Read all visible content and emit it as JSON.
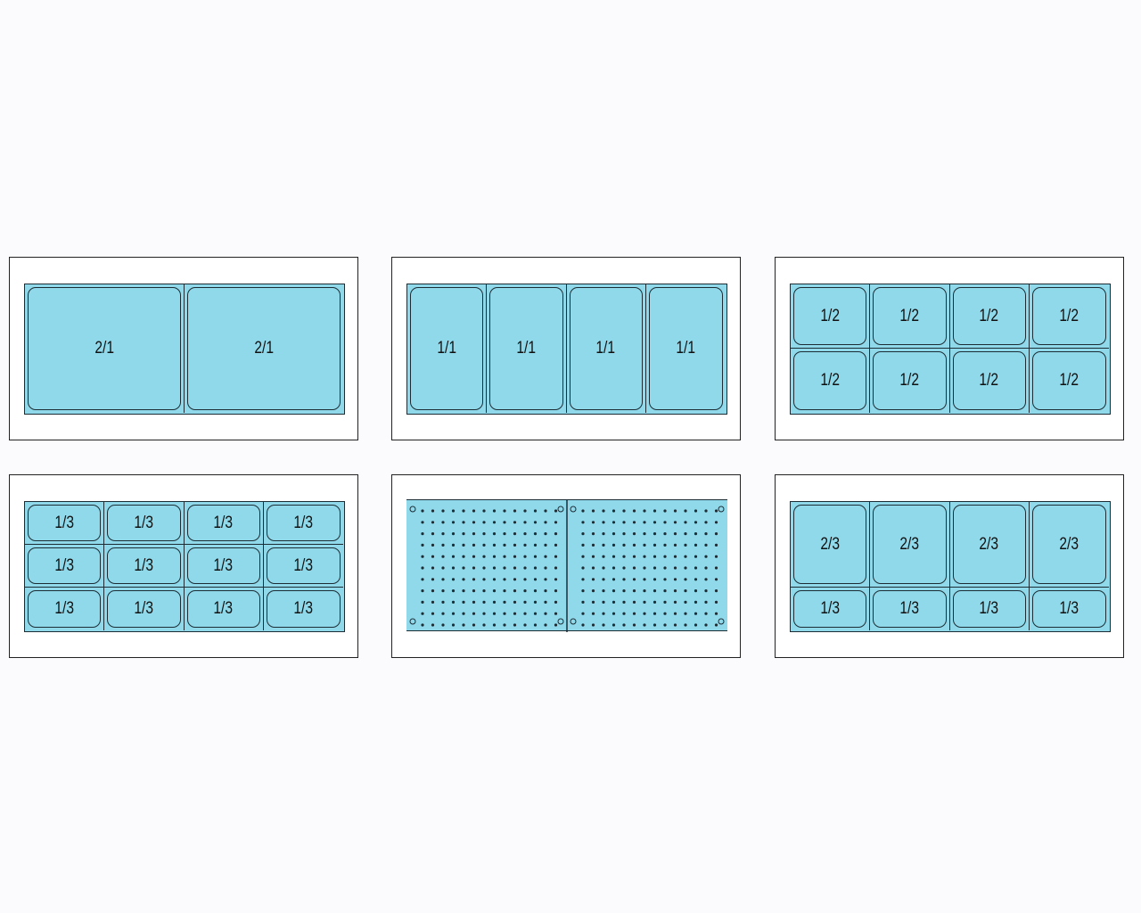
{
  "panels": [
    {
      "id": "2-1",
      "cols": 2,
      "rows": [
        {
          "height": 1,
          "labels": [
            "2/1",
            "2/1"
          ]
        }
      ]
    },
    {
      "id": "1-1",
      "cols": 4,
      "rows": [
        {
          "height": 1,
          "labels": [
            "1/1",
            "1/1",
            "1/1",
            "1/1"
          ]
        }
      ]
    },
    {
      "id": "1-2",
      "cols": 4,
      "rows": [
        {
          "height": 1,
          "labels": [
            "1/2",
            "1/2",
            "1/2",
            "1/2"
          ]
        },
        {
          "height": 1,
          "labels": [
            "1/2",
            "1/2",
            "1/2",
            "1/2"
          ]
        }
      ]
    },
    {
      "id": "1-3",
      "cols": 4,
      "rows": [
        {
          "height": 1,
          "labels": [
            "1/3",
            "1/3",
            "1/3",
            "1/3"
          ]
        },
        {
          "height": 1,
          "labels": [
            "1/3",
            "1/3",
            "1/3",
            "1/3"
          ]
        },
        {
          "height": 1,
          "labels": [
            "1/3",
            "1/3",
            "1/3",
            "1/3"
          ]
        }
      ]
    },
    {
      "id": "perforated",
      "type": "perforated",
      "sections": 2
    },
    {
      "id": "2-3-1-3",
      "cols": 4,
      "rows": [
        {
          "height": 2,
          "labels": [
            "2/3",
            "2/3",
            "2/3",
            "2/3"
          ]
        },
        {
          "height": 1,
          "labels": [
            "1/3",
            "1/3",
            "1/3",
            "1/3"
          ]
        }
      ]
    }
  ],
  "colors": {
    "pan_fill": "#8fd9ea",
    "outline": "#1d2d36",
    "panel_bg": "#ffffff"
  }
}
